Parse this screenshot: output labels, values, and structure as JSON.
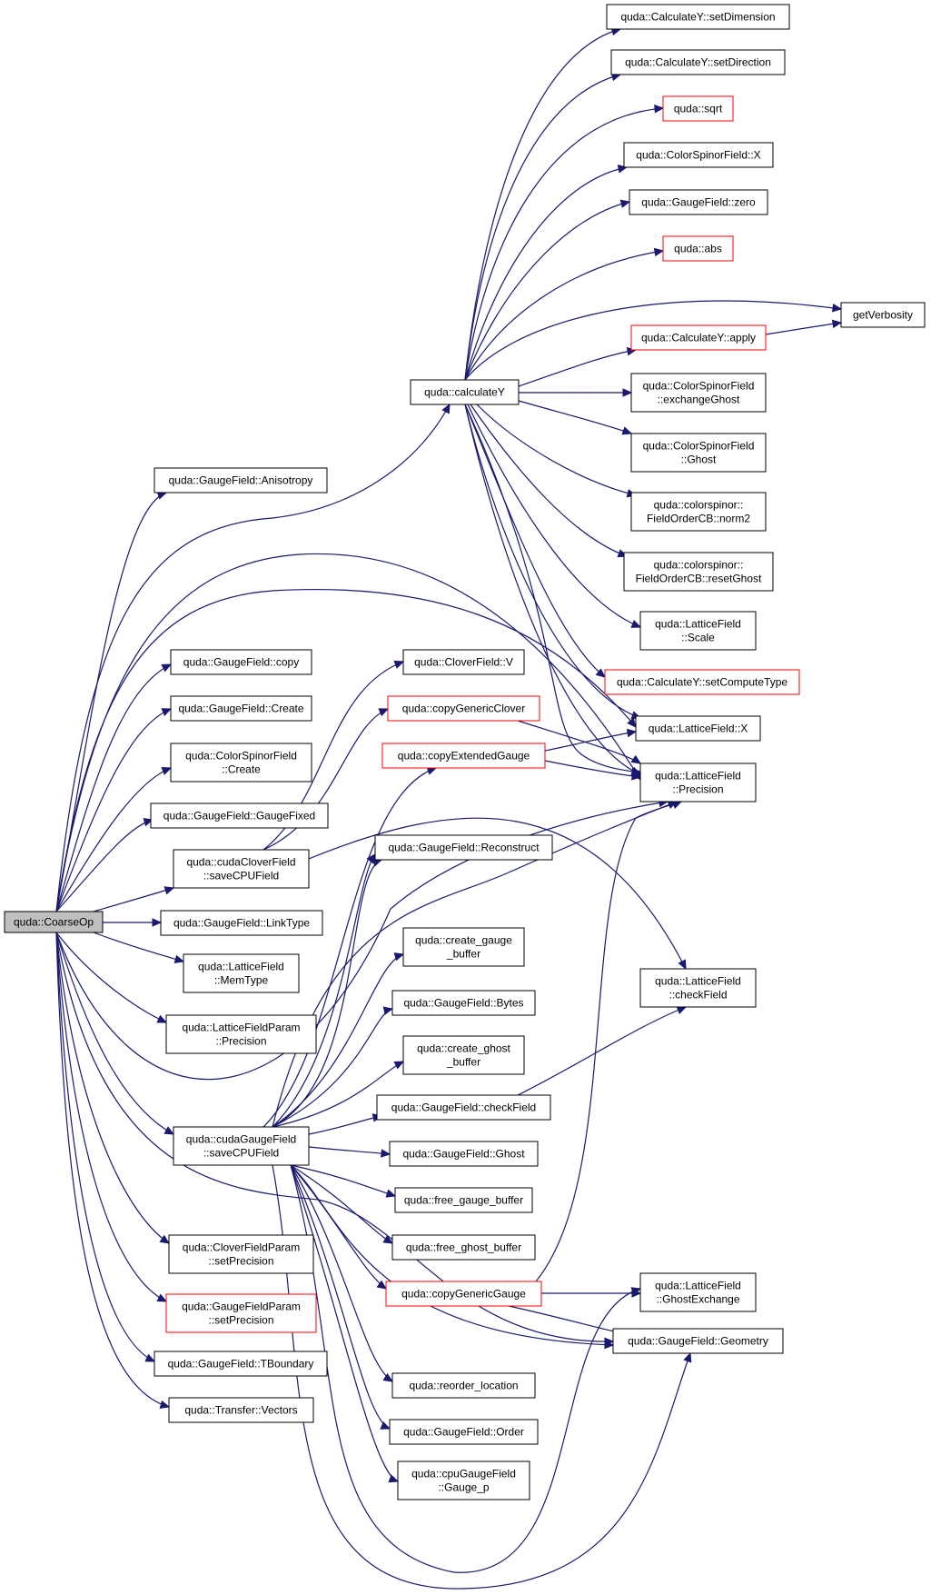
{
  "colors": {
    "edge": "#191970",
    "border": "#000000",
    "border_truncated": "#ff0000",
    "root_fill": "#bfbfbf"
  },
  "nodes": {
    "coarseop": {
      "lines": [
        "quda::CoarseOp"
      ]
    },
    "anisotropy": {
      "lines": [
        "quda::GaugeField::Anisotropy"
      ]
    },
    "calculatey": {
      "lines": [
        "quda::calculateY"
      ]
    },
    "setdimension": {
      "lines": [
        "quda::CalculateY::setDimension"
      ]
    },
    "setdirection": {
      "lines": [
        "quda::CalculateY::setDirection"
      ]
    },
    "sqrt": {
      "lines": [
        "quda::sqrt"
      ]
    },
    "csf_x": {
      "lines": [
        "quda::ColorSpinorField::X"
      ]
    },
    "gf_zero": {
      "lines": [
        "quda::GaugeField::zero"
      ]
    },
    "abs": {
      "lines": [
        "quda::abs"
      ]
    },
    "getverbosity": {
      "lines": [
        "getVerbosity"
      ]
    },
    "cy_apply": {
      "lines": [
        "quda::CalculateY::apply"
      ]
    },
    "csf_exchangeghost": {
      "lines": [
        "quda::ColorSpinorField",
        "::exchangeGhost"
      ]
    },
    "csf_ghost": {
      "lines": [
        "quda::ColorSpinorField",
        "::Ghost"
      ]
    },
    "focb_norm2": {
      "lines": [
        "quda::colorspinor::",
        "FieldOrderCB::norm2"
      ]
    },
    "focb_resetghost": {
      "lines": [
        "quda::colorspinor::",
        "FieldOrderCB::resetGhost"
      ]
    },
    "lf_scale": {
      "lines": [
        "quda::LatticeField",
        "::Scale"
      ]
    },
    "cy_setcomputetype": {
      "lines": [
        "quda::CalculateY::setComputeType"
      ]
    },
    "lf_x": {
      "lines": [
        "quda::LatticeField::X"
      ]
    },
    "lf_precision": {
      "lines": [
        "quda::LatticeField",
        "::Precision"
      ]
    },
    "gf_copy": {
      "lines": [
        "quda::GaugeField::copy"
      ]
    },
    "gf_create": {
      "lines": [
        "quda::GaugeField::Create"
      ]
    },
    "csf_create": {
      "lines": [
        "quda::ColorSpinorField",
        "::Create"
      ]
    },
    "gf_gaugefixed": {
      "lines": [
        "quda::GaugeField::GaugeFixed"
      ]
    },
    "ccf_savecpu": {
      "lines": [
        "quda::cudaCloverField",
        "::saveCPUField"
      ]
    },
    "cf_v": {
      "lines": [
        "quda::CloverField::V"
      ]
    },
    "copygenericclover": {
      "lines": [
        "quda::copyGenericClover"
      ]
    },
    "copyextendedgauge": {
      "lines": [
        "quda::copyExtendedGauge"
      ]
    },
    "gf_reconstruct": {
      "lines": [
        "quda::GaugeField::Reconstruct"
      ]
    },
    "gf_linktype": {
      "lines": [
        "quda::GaugeField::LinkType"
      ]
    },
    "create_gauge_buffer": {
      "lines": [
        "quda::create_gauge",
        "_buffer"
      ]
    },
    "lf_memtype": {
      "lines": [
        "quda::LatticeField",
        "::MemType"
      ]
    },
    "lf_checkfield": {
      "lines": [
        "quda::LatticeField",
        "::checkField"
      ]
    },
    "gf_bytes": {
      "lines": [
        "quda::GaugeField::Bytes"
      ]
    },
    "lfp_precision": {
      "lines": [
        "quda::LatticeFieldParam",
        "::Precision"
      ]
    },
    "create_ghost_buffer": {
      "lines": [
        "quda::create_ghost",
        "_buffer"
      ]
    },
    "gf_checkfield": {
      "lines": [
        "quda::GaugeField::checkField"
      ]
    },
    "cgf_savecpu": {
      "lines": [
        "quda::cudaGaugeField",
        "::saveCPUField"
      ]
    },
    "gf_ghost": {
      "lines": [
        "quda::GaugeField::Ghost"
      ]
    },
    "free_gauge_buffer": {
      "lines": [
        "quda::free_gauge_buffer"
      ]
    },
    "free_ghost_buffer": {
      "lines": [
        "quda::free_ghost_buffer"
      ]
    },
    "cfp_setprecision": {
      "lines": [
        "quda::CloverFieldParam",
        "::setPrecision"
      ]
    },
    "copygenericgauge": {
      "lines": [
        "quda::copyGenericGauge"
      ]
    },
    "lf_ghostexchange": {
      "lines": [
        "quda::LatticeField",
        "::GhostExchange"
      ]
    },
    "gfp_setprecision": {
      "lines": [
        "quda::GaugeFieldParam",
        "::setPrecision"
      ]
    },
    "gf_geometry": {
      "lines": [
        "quda::GaugeField::Geometry"
      ]
    },
    "gf_tboundary": {
      "lines": [
        "quda::GaugeField::TBoundary"
      ]
    },
    "reorder_location": {
      "lines": [
        "quda::reorder_location"
      ]
    },
    "tr_vectors": {
      "lines": [
        "quda::Transfer::Vectors"
      ]
    },
    "gf_order": {
      "lines": [
        "quda::GaugeField::Order"
      ]
    },
    "cpugf_gauge_p": {
      "lines": [
        "quda::cpuGaugeField",
        "::Gauge_p"
      ]
    }
  }
}
